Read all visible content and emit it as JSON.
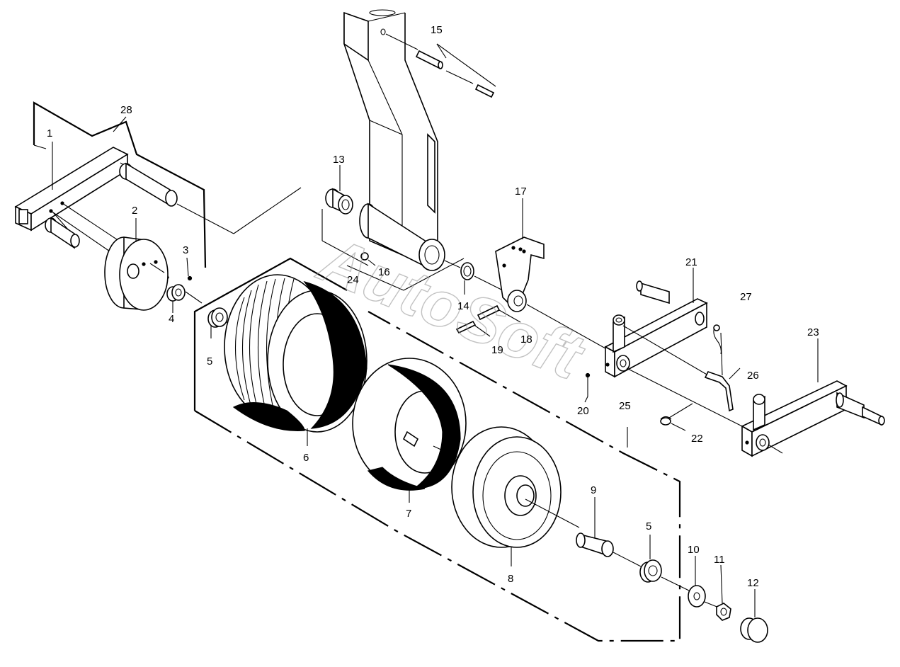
{
  "watermark": "AutoSoft",
  "callouts": {
    "c1": "1",
    "c2": "2",
    "c3": "3",
    "c4": "4",
    "c5a": "5",
    "c5b": "5",
    "c6": "6",
    "c7": "7",
    "c8": "8",
    "c9": "9",
    "c10": "10",
    "c11": "11",
    "c12": "12",
    "c13": "13",
    "c14": "14",
    "c15": "15",
    "c16": "16",
    "c17": "17",
    "c18": "18",
    "c19": "19",
    "c20": "20",
    "c21": "21",
    "c22": "22",
    "c23": "23",
    "c24": "24",
    "c25": "25",
    "c26": "26",
    "c27": "27",
    "c28": "28"
  }
}
